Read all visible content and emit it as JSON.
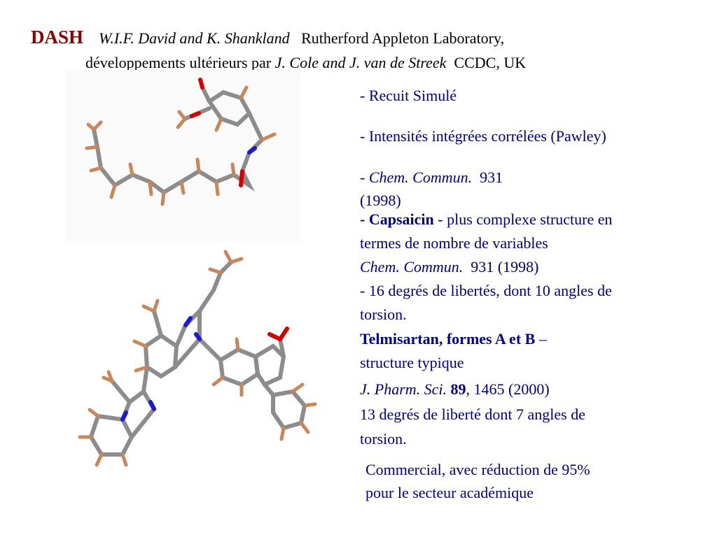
{
  "header": {
    "dash": "DASH",
    "authors": "W.I.F. David and K. Shankland",
    "lab": "Rutherford Appleton Laboratory,",
    "line2_pre": "développements ultérieurs par ",
    "line2_authors": "J. Cole and J. van de Streek",
    "line2_post": "CCDC, UK"
  },
  "features": {
    "item1": "- Recuit Simulé",
    "item2": "- Intensités intégrées corrélées (Pawley)",
    "item3_dash": "- ",
    "item3_journal": "Chem. Commun.",
    "item3_page": "931",
    "item3_year": "(1998)"
  },
  "capsaicin": {
    "dash": "- ",
    "name": "Capsaicin",
    "desc_l1": " - plus complexe structure en",
    "desc_l2": "termes de nombre de variables",
    "journal": "Chem. Commun.",
    "ref": "931 (1998)",
    "dof_l1": "- 16 degrés de libertés, dont 10 angles de",
    "dof_l2": "torsion."
  },
  "telmisartan": {
    "name": "Telmisartan, formes A et B",
    "dash": " –",
    "desc": "structure typique",
    "journal": "J. Pharm. Sci.",
    "volume": "89",
    "ref": ", 1465 (2000)",
    "dof_l1": "13 degrés de liberté dont 7 angles de",
    "dof_l2": "torsion."
  },
  "commercial": {
    "l1": "Commercial, avec réduction de 95%",
    "l2": "pour le secteur académique"
  },
  "colors": {
    "title": "#8b0000",
    "text": "#000080",
    "carbon": "#8c8c8c",
    "hydrogen": "#c8875a",
    "oxygen": "#d40000",
    "nitrogen": "#1a1ad4"
  }
}
